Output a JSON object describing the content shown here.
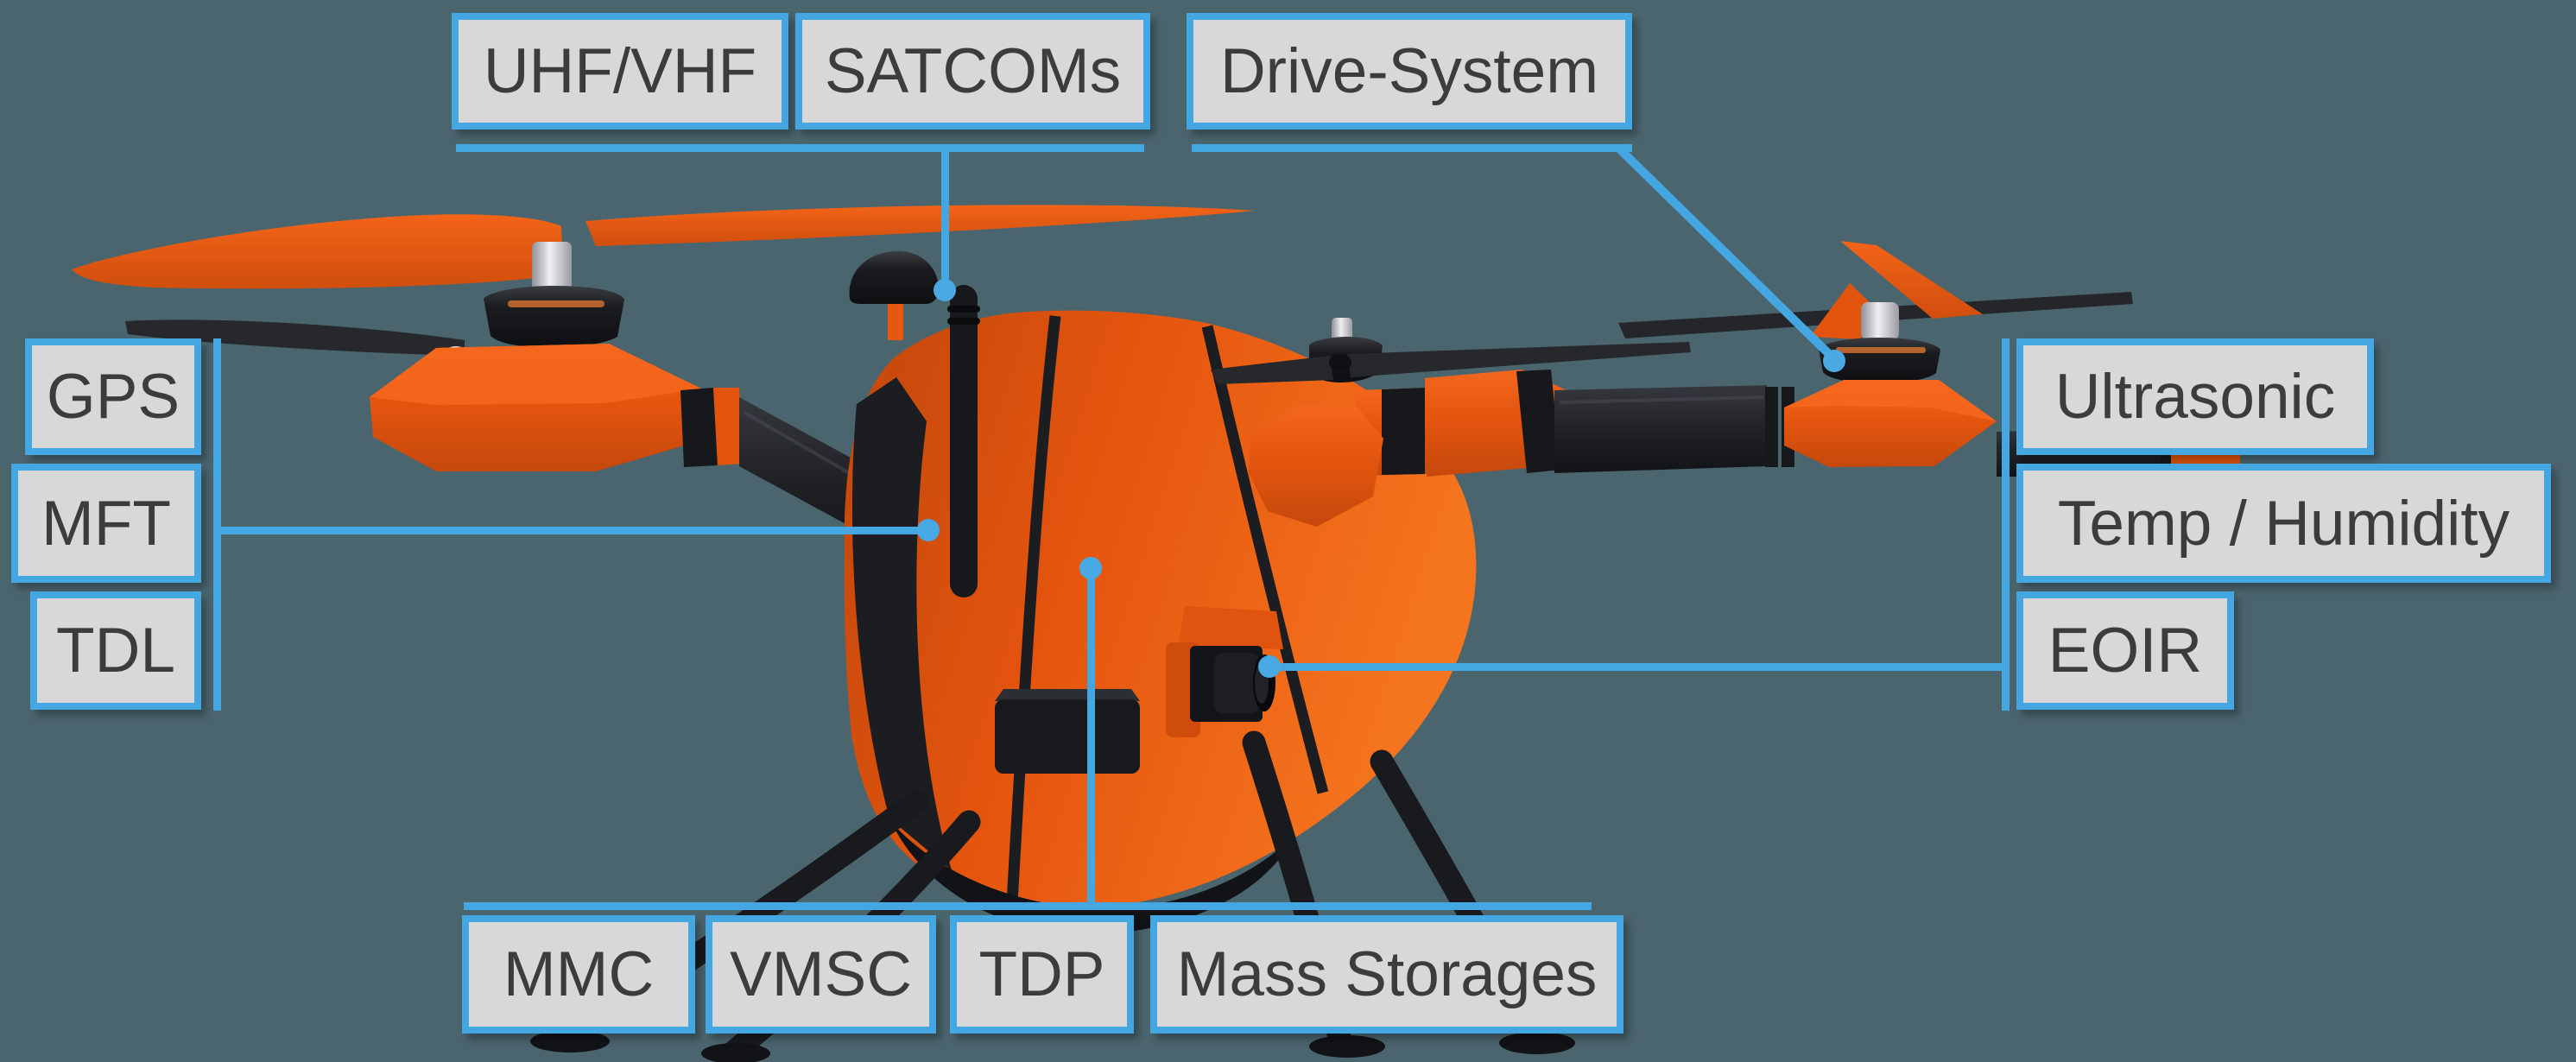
{
  "diagram": {
    "type": "annotated-hardware-diagram",
    "subject": "Quadcopter drone component callout diagram"
  },
  "colors": {
    "background": "#4b656f",
    "callout_border": "#45a7e2",
    "callout_fill": "#d8d8d8",
    "callout_text": "#3c3c3c",
    "connector_blue": "#45a7e2",
    "drone_orange": "#e2540e",
    "drone_orange_bright": "#f4671d",
    "drone_black": "#17181b"
  },
  "callouts": {
    "top": [
      {
        "id": "uhf-vhf",
        "text": "UHF/VHF"
      },
      {
        "id": "satcoms",
        "text": "SATCOMs"
      },
      {
        "id": "drive-system",
        "text": "Drive-System"
      }
    ],
    "left": [
      {
        "id": "gps",
        "text": "GPS"
      },
      {
        "id": "mft",
        "text": "MFT"
      },
      {
        "id": "tdl",
        "text": "TDL"
      }
    ],
    "right": [
      {
        "id": "ultrasonic",
        "text": "Ultrasonic"
      },
      {
        "id": "temp-humidity",
        "text": "Temp / Humidity"
      },
      {
        "id": "eoir",
        "text": "EOIR"
      }
    ],
    "bottom": [
      {
        "id": "mmc",
        "text": "MMC"
      },
      {
        "id": "vmsc",
        "text": "VMSC"
      },
      {
        "id": "tdp",
        "text": "TDP"
      },
      {
        "id": "mass-storages",
        "text": "Mass Storages"
      }
    ]
  },
  "connections": [
    {
      "labels": [
        "UHF/VHF",
        "SATCOMs"
      ],
      "points_to": "antenna mast on top of fuselage"
    },
    {
      "labels": [
        "Drive-System"
      ],
      "points_to": "rear-right rotor motor"
    },
    {
      "labels": [
        "GPS",
        "MFT",
        "TDL"
      ],
      "points_to": "left side of fuselage"
    },
    {
      "labels": [
        "Ultrasonic",
        "Temp / Humidity",
        "EOIR"
      ],
      "points_to": "camera gimbal under nose"
    },
    {
      "labels": [
        "MMC",
        "VMSC",
        "TDP",
        "Mass Storages"
      ],
      "points_to": "center of fuselage"
    }
  ]
}
